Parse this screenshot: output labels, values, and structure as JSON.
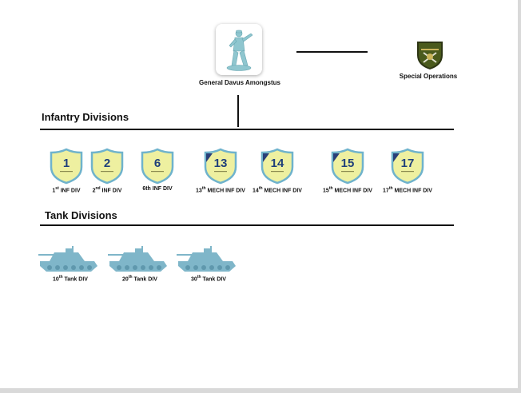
{
  "commander": {
    "label": "General Davus Amongstus",
    "icon": "toy-soldier-icon"
  },
  "special_operations": {
    "label": "Special Operations",
    "icon": "special-ops-badge-icon"
  },
  "sections": {
    "infantry": {
      "title": "Infantry Divisions"
    },
    "tank": {
      "title": "Tank Divisions"
    }
  },
  "infantry_divisions": [
    {
      "number": "1",
      "mech": false,
      "cap_num": "1",
      "cap_sup": "st",
      "cap_rest": " INF DIV"
    },
    {
      "number": "2",
      "mech": false,
      "cap_num": "2",
      "cap_sup": "nd",
      "cap_rest": " INF DIV"
    },
    {
      "number": "6",
      "mech": false,
      "cap_num": "6th INF DIV",
      "cap_sup": "",
      "cap_rest": ""
    },
    {
      "number": "13",
      "mech": true,
      "cap_num": "13",
      "cap_sup": "th",
      "cap_rest": " MECH INF DIV"
    },
    {
      "number": "14",
      "mech": true,
      "cap_num": "14",
      "cap_sup": "th",
      "cap_rest": " MECH INF DIV"
    },
    {
      "number": "15",
      "mech": true,
      "cap_num": "15",
      "cap_sup": "th",
      "cap_rest": " MECH INF DIV"
    },
    {
      "number": "17",
      "mech": true,
      "cap_num": "17",
      "cap_sup": "th",
      "cap_rest": " MECH INF DIV"
    }
  ],
  "tank_divisions": [
    {
      "cap_num": "10",
      "cap_sup": "th",
      "cap_rest": " Tank DIV"
    },
    {
      "cap_num": "20",
      "cap_sup": "th",
      "cap_rest": " Tank DIV"
    },
    {
      "cap_num": "30",
      "cap_sup": "th",
      "cap_rest": " Tank DIV"
    }
  ],
  "colors": {
    "shield_fill": "#eef0a0",
    "shield_border": "#6fb3cc",
    "number_color": "#1f3f7a",
    "tank_color": "#7fb6c9",
    "soldier_color": "#8fc6cf",
    "badge_green": "#4a5a1c"
  }
}
